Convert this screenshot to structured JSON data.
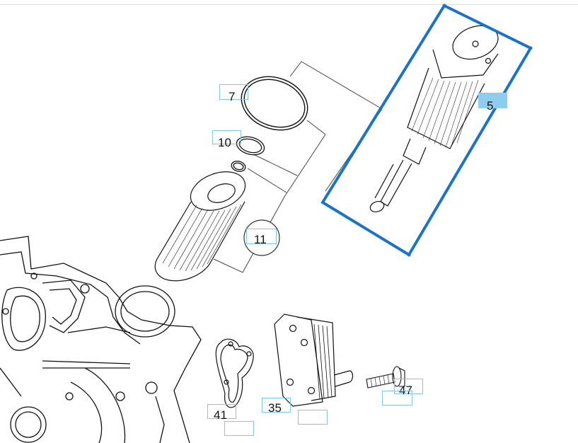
{
  "diagram": {
    "selection_color": "#1a73c9",
    "hotspot_border_color": "#7ec8ea",
    "active_hotspot_color": "#8fcdef",
    "callouts": [
      {
        "id": "callout-7",
        "label": "7"
      },
      {
        "id": "callout-10",
        "label": "10"
      },
      {
        "id": "callout-11",
        "label": "11"
      },
      {
        "id": "callout-5",
        "label": "5",
        "active": true
      },
      {
        "id": "callout-41",
        "label": "41"
      },
      {
        "id": "callout-35",
        "label": "35"
      },
      {
        "id": "callout-47",
        "label": "47"
      }
    ]
  }
}
